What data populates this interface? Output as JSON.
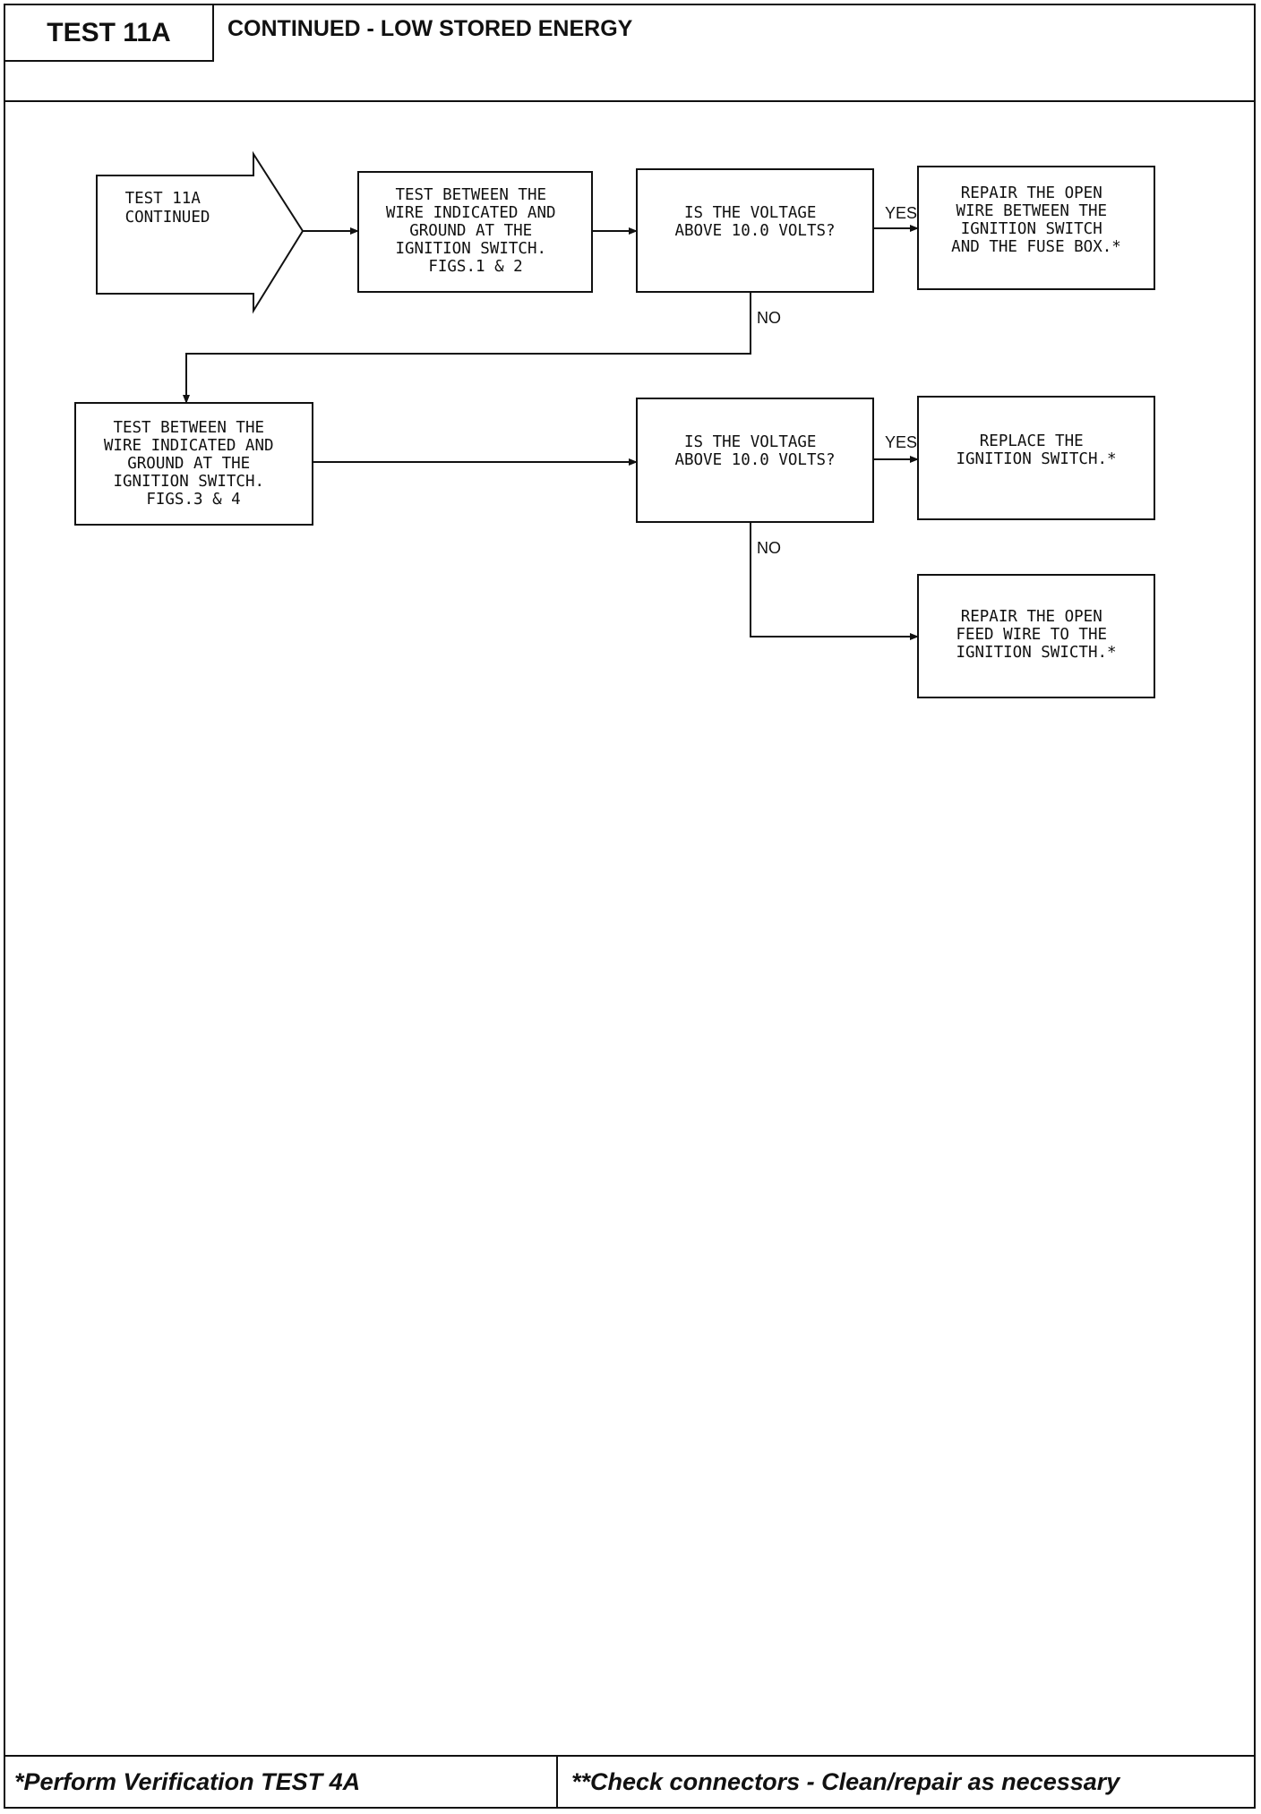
{
  "header": {
    "test_id": "TEST 11A",
    "title": "CONTINUED - LOW STORED ENERGY"
  },
  "flow": {
    "start": [
      "TEST 11A",
      "CONTINUED"
    ],
    "test1": [
      "TEST BETWEEN THE",
      "WIRE INDICATED AND",
      "GROUND AT THE",
      "IGNITION SWITCH.",
      "FIGS.1 & 2"
    ],
    "q1": [
      "IS THE VOLTAGE",
      "ABOVE 10.0 VOLTS?"
    ],
    "r1": [
      "REPAIR THE OPEN",
      "WIRE BETWEEN THE",
      "IGNITION SWITCH",
      "AND THE FUSE BOX.*"
    ],
    "test2": [
      "TEST BETWEEN THE",
      "WIRE INDICATED AND",
      "GROUND AT THE",
      "IGNITION SWITCH.",
      "FIGS.3 & 4"
    ],
    "q2": [
      "IS THE VOLTAGE",
      "ABOVE 10.0 VOLTS?"
    ],
    "r2": [
      "REPLACE THE",
      "IGNITION SWITCH.*"
    ],
    "r3": [
      "REPAIR THE OPEN",
      "FEED WIRE TO THE",
      "IGNITION SWICTH.*"
    ],
    "yes_label": "YES",
    "no_label": "NO"
  },
  "footer": {
    "left": "*Perform Verification  TEST 4A",
    "right": "**Check connectors - Clean/repair as necessary"
  }
}
